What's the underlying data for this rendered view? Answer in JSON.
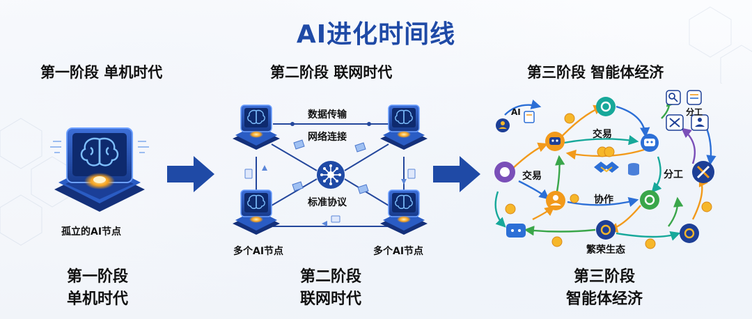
{
  "title": "AI进化时间线",
  "stages": [
    {
      "header": "第一阶段 单机时代",
      "footer_line1": "第一阶段",
      "footer_line2": "单机时代",
      "node_label": "孤立的AI节点"
    },
    {
      "header": "第二阶段 联网时代",
      "footer_line1": "第二阶段",
      "footer_line2": "联网时代",
      "labels": {
        "data_transfer": "数据传输",
        "network_link": "网络连接",
        "standard_protocol": "标准协议",
        "multi_nodes_left": "多个AI节点",
        "multi_nodes_right": "多个AI节点"
      }
    },
    {
      "header": "第三阶段 智能体经济",
      "footer_line1": "第三阶段",
      "footer_line2": "智能体经济",
      "labels": {
        "ai": "AI",
        "trade_top": "交易",
        "trade_left": "交易",
        "division_top": "分工",
        "division_right": "分工",
        "collaboration": "协作",
        "ecosystem": "繁荣生态"
      }
    }
  ],
  "colors": {
    "title": "#1f4aa6",
    "arrow": "#1f4aa6",
    "chip_dark": "#1d3f96",
    "chip_glow": "#f6a21e",
    "orange": "#f29a1b",
    "teal": "#17a89a",
    "green": "#3aa64a",
    "purple": "#7a4fb8",
    "blue": "#2c6fd6"
  },
  "icons": [
    "brain-chip-icon",
    "arrow-right-icon",
    "hub-icon",
    "envelope-icon",
    "document-icon",
    "robot-icon",
    "handshake-icon",
    "coin-icon",
    "database-icon",
    "tools-icon",
    "user-icon",
    "gear-icon",
    "search-icon"
  ]
}
